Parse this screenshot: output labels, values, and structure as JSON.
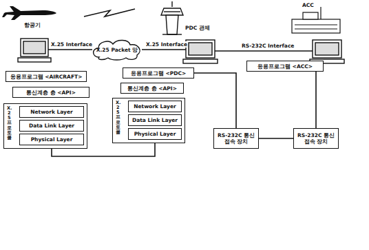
{
  "diagram": {
    "nodes": [
      {
        "text": [
          "X.25 Packet 망"
        ]
      },
      {
        "text": [
          "응용프로그램 <AIRCRAFT>"
        ]
      },
      {
        "text": [
          "통신계층 층 <API>"
        ]
      },
      {
        "text": [
          "X.25 프로토콜"
        ]
      },
      {
        "text": [
          "Network Layer"
        ],
        "in": 3
      },
      {
        "text": [
          "Data Link Layer"
        ],
        "in": 3
      },
      {
        "text": [
          "Physical Layer"
        ],
        "in": 3
      },
      {
        "text": [
          "응용프로그램 <PDC>"
        ]
      },
      {
        "text": [
          "통신계층 층 <API>"
        ]
      },
      {
        "text": [
          "X.25 프로토콜"
        ]
      },
      {
        "text": [
          "Network Layer"
        ],
        "in": 9
      },
      {
        "text": [
          "Data Link Layer"
        ],
        "in": 9
      },
      {
        "text": [
          "Physical Layer"
        ],
        "in": 9
      },
      {
        "text": [
          "응용프로그램 <ACC>"
        ]
      },
      {
        "text": [
          "RS-232C 통신 접속 장치"
        ]
      },
      {
        "text": [
          "RS-232C 통신 접속 장치"
        ]
      }
    ],
    "edges": [
      {
        "from": 7,
        "to": 14,
        "arrow": "none"
      },
      {
        "from": 13,
        "to": 15,
        "arrow": "none"
      },
      {
        "from": 14,
        "to": 15,
        "arrow": "none"
      },
      {
        "from": 6,
        "to": 12,
        "arrow": "none"
      }
    ],
    "labels": [
      "항공기",
      "PDC 관제",
      "ACC",
      "X.25 Interface",
      "X.25 Interface",
      "RS-232C Interface"
    ]
  }
}
